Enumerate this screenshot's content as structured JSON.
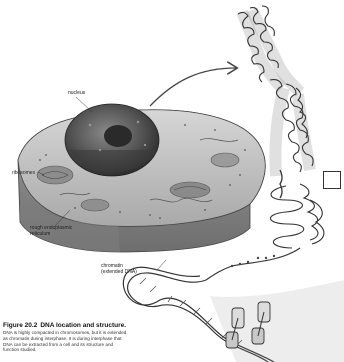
{
  "figure": {
    "number": "Figure 20.2",
    "title": "DNA location and structure.",
    "caption_lines": [
      "DNA is highly compacted in chromosomes, but it is extended",
      "as chromatin during interphase. It is during interphase that",
      "DNA can be extracted from a cell and its structure and",
      "function studied."
    ]
  },
  "labels": {
    "nucleus": "nucleus",
    "ribosomes": "ribosomes",
    "rough_er_line1": "rough endoplasmic",
    "rough_er_line2": "reticulum",
    "chromatin_line1": "chromatin",
    "chromatin_line2": "(extended DNA)"
  },
  "colors": {
    "ink": "#333333",
    "cell_fill": "#9a9a9a",
    "nucleus_fill": "#4a4a4a",
    "answer_box_border": "#333333"
  }
}
